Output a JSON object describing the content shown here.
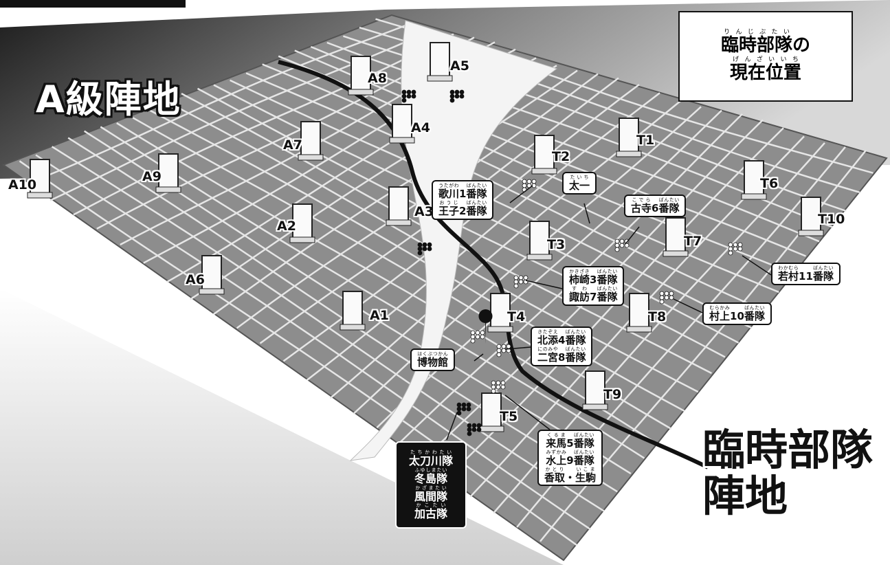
{
  "title": {
    "line1": [
      {
        "t": "臨時部隊",
        "r": "りんじぶたい"
      },
      {
        "t": "の"
      }
    ],
    "line2": [
      {
        "t": "現在位置",
        "r": "げんざいいち"
      }
    ]
  },
  "zones": {
    "a_class": "A級陣地",
    "temporary": [
      "臨時部隊",
      "陣地"
    ]
  },
  "pillars": [
    "A1",
    "A2",
    "A3",
    "A4",
    "A5",
    "A6",
    "A7",
    "A8",
    "A9",
    "A10",
    "T1",
    "T2",
    "T3",
    "T4",
    "T5",
    "T6",
    "T7",
    "T8",
    "T9",
    "T10"
  ],
  "callouts": [
    {
      "id": "utagawa-ouji",
      "lines": [
        [
          {
            "t": "歌川",
            "r": "うたがわ"
          },
          {
            "t": "1"
          },
          {
            "t": "番隊",
            "r": "ばんたい"
          }
        ],
        [
          {
            "t": "王子",
            "r": "おうじ"
          },
          {
            "t": "2"
          },
          {
            "t": "番隊",
            "r": "ばんたい"
          }
        ]
      ]
    },
    {
      "id": "taichi",
      "lines": [
        [
          {
            "t": "太一",
            "r": "たいち"
          }
        ]
      ]
    },
    {
      "id": "kodera",
      "lines": [
        [
          {
            "t": "古寺",
            "r": "こでら"
          },
          {
            "t": "6"
          },
          {
            "t": "番隊",
            "r": "ばんたい"
          }
        ]
      ]
    },
    {
      "id": "kakizaki-suwa",
      "lines": [
        [
          {
            "t": "柿崎",
            "r": "かきざき"
          },
          {
            "t": "3"
          },
          {
            "t": "番隊",
            "r": "ばんたい"
          }
        ],
        [
          {
            "t": "諏訪",
            "r": "すわ"
          },
          {
            "t": "7"
          },
          {
            "t": "番隊",
            "r": "ばんたい"
          }
        ]
      ]
    },
    {
      "id": "wakamura",
      "lines": [
        [
          {
            "t": "若村",
            "r": "わかむら"
          },
          {
            "t": "11"
          },
          {
            "t": "番隊",
            "r": "ばんたい"
          }
        ]
      ]
    },
    {
      "id": "murakami",
      "lines": [
        [
          {
            "t": "村上",
            "r": "むらかみ"
          },
          {
            "t": "10"
          },
          {
            "t": "番隊",
            "r": "ばんたい"
          }
        ]
      ]
    },
    {
      "id": "kitazoe-ninomiya",
      "lines": [
        [
          {
            "t": "北添",
            "r": "きたぞえ"
          },
          {
            "t": "4"
          },
          {
            "t": "番隊",
            "r": "ばんたい"
          }
        ],
        [
          {
            "t": "二宮",
            "r": "にのみや"
          },
          {
            "t": "8"
          },
          {
            "t": "番隊",
            "r": "ばんたい"
          }
        ]
      ]
    },
    {
      "id": "museum",
      "lines": [
        [
          {
            "t": "博物館",
            "r": "はくぶつかん"
          }
        ]
      ]
    },
    {
      "id": "kuruma-mizukami",
      "lines": [
        [
          {
            "t": "来馬",
            "r": "くるま"
          },
          {
            "t": "5"
          },
          {
            "t": "番隊",
            "r": "ばんたい"
          }
        ],
        [
          {
            "t": "水上",
            "r": "みずかみ"
          },
          {
            "t": "9"
          },
          {
            "t": "番隊",
            "r": "ばんたい"
          }
        ],
        [
          {
            "t": "香取",
            "r": "かとり"
          },
          {
            "t": "・"
          },
          {
            "t": "生駒",
            "r": "いこま"
          }
        ]
      ]
    },
    {
      "id": "a-class-teams",
      "lines": [
        [
          {
            "t": "太刀川隊",
            "r": "たちかわたい"
          }
        ],
        [
          {
            "t": "冬島隊",
            "r": "ふゆしまたい"
          }
        ],
        [
          {
            "t": "風間隊",
            "r": "かざまたい"
          }
        ],
        [
          {
            "t": "加古隊",
            "r": "かこたい"
          }
        ]
      ]
    }
  ],
  "colors": {
    "ground": "#8a8a8a",
    "grid": "#e6e6e6",
    "river": "#f4f4f4",
    "rail": "#111111"
  }
}
